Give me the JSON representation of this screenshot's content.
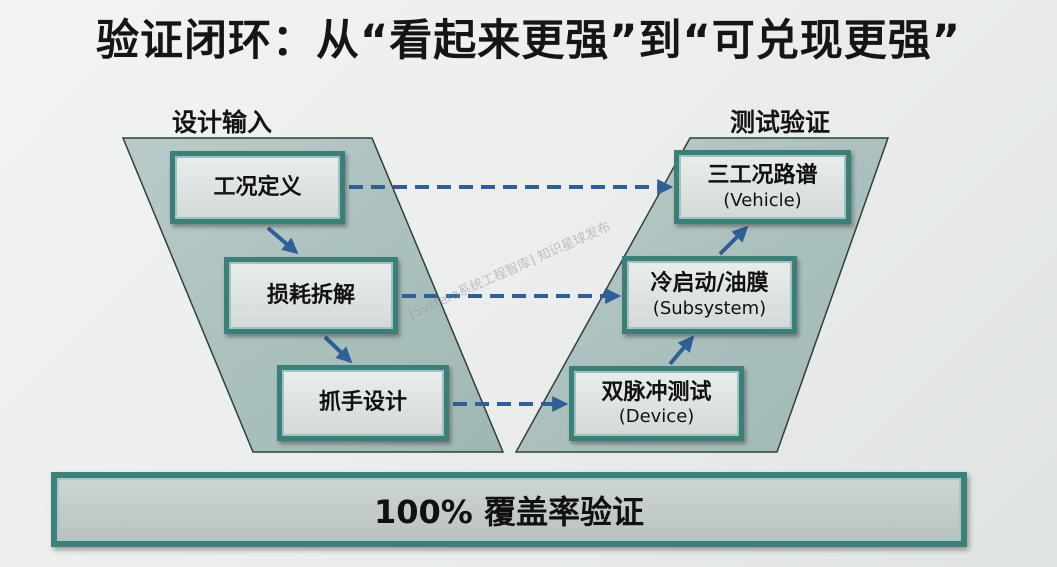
{
  "title": "验证闭环：从“看起来更强”到“可兑现更强”",
  "left_section": {
    "label": "设计输入",
    "steps": [
      {
        "label": "工况定义"
      },
      {
        "label": "损耗拆解"
      },
      {
        "label": "抓手设计"
      }
    ]
  },
  "right_section": {
    "label": "测试验证",
    "steps": [
      {
        "label": "三工况路谱",
        "sub": "(Vehicle)"
      },
      {
        "label": "冷启动/油膜",
        "sub": "(Subsystem)"
      },
      {
        "label": "双脉冲测试",
        "sub": "(Device)"
      }
    ]
  },
  "bottom_bar": {
    "label": "100% 覆盖率验证"
  },
  "watermark": "[Systero系统工程智库] 知识星球发布",
  "colors": {
    "box_border": "#3c7f78",
    "panel_fill": "#a9bfbd",
    "arrow": "#2f5f95",
    "bar_fill": "#3e807a"
  }
}
